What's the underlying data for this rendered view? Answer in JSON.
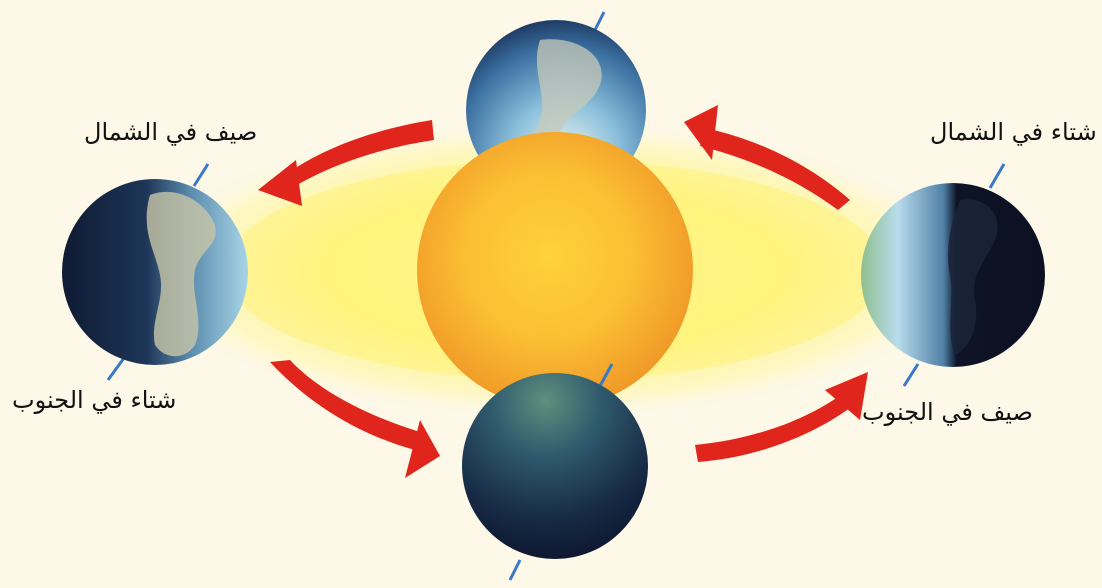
{
  "labels": {
    "left_top": "صيف في الشمال",
    "left_bottom": "شتاء في الجنوب",
    "right_top": "شتاء في الشمال",
    "right_bottom": "صيف في الجنوب"
  },
  "colors": {
    "background": "#fdf8e8",
    "sun": "#f6b730",
    "glow": "#fff27a",
    "arrow": "#e0261c",
    "axis": "#3a78c8",
    "ocean_light": "#7fb6d8",
    "ocean_dark": "#14213d"
  }
}
